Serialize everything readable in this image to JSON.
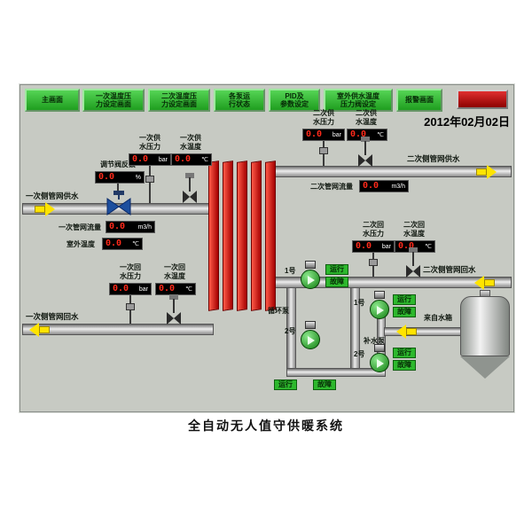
{
  "screen": {
    "date": "2012年02月02日",
    "caption": "全自动无人值守供暖系统"
  },
  "toolbar": {
    "buttons": [
      {
        "label": "主画面"
      },
      {
        "label": "一次温度压\n力设定画面"
      },
      {
        "label": "二次温度压\n力设定画面"
      },
      {
        "label": "各泵运\n行状态"
      },
      {
        "label": "PID及\n参数设定"
      },
      {
        "label": "室外供水温度\n压力阀设定"
      },
      {
        "label": "报警画面"
      }
    ]
  },
  "pipes": {
    "primary_supply": "一次侧管网供水",
    "primary_return": "一次侧管网回水",
    "secondary_supply": "二次侧管网供水",
    "secondary_return": "二次侧管网回水"
  },
  "displays": {
    "valve_feedback": {
      "label": "调节阀反馈",
      "value": "0.0",
      "unit": "%"
    },
    "primary_supply_pressure": {
      "label": "一次供\n水压力",
      "value": "0.0",
      "unit": "bar"
    },
    "primary_supply_temp": {
      "label": "一次供\n水温度",
      "value": "0.0",
      "unit": "℃"
    },
    "secondary_supply_pressure": {
      "label": "二次供\n水压力",
      "value": "0.0",
      "unit": "bar"
    },
    "secondary_supply_temp": {
      "label": "二次供\n水温度",
      "value": "0.0",
      "unit": "℃"
    },
    "secondary_flow": {
      "label": "二次管网流量",
      "value": "0.0",
      "unit": "m3/h"
    },
    "primary_flow": {
      "label": "一次管网流量",
      "value": "0.0",
      "unit": "m3/h"
    },
    "outdoor_temp": {
      "label": "室外温度",
      "value": "0.0",
      "unit": "℃"
    },
    "primary_return_pressure": {
      "label": "一次回\n水压力",
      "value": "0.0",
      "unit": "bar"
    },
    "primary_return_temp": {
      "label": "一次回\n水温度",
      "value": "0.0",
      "unit": "℃"
    },
    "secondary_return_pressure": {
      "label": "二次回\n水压力",
      "value": "0.0",
      "unit": "bar"
    },
    "secondary_return_temp": {
      "label": "二次回\n水温度",
      "value": "0.0",
      "unit": "℃"
    }
  },
  "pumps": {
    "circulation_label": "循环泵",
    "makeup_label": "补水泵",
    "pump1": "1号",
    "pump2": "2号",
    "run": "运行",
    "fault": "故障"
  },
  "tank": {
    "from_tank": "来自水箱"
  },
  "colors": {
    "button_green": "#2fbe2f",
    "alarm_red": "#b00000",
    "display_value_red": "#ff2a1a",
    "flow_arrow_yellow": "#ffe400",
    "exchanger_red": "#cc1111",
    "panel_gray": "#c7cac3"
  }
}
